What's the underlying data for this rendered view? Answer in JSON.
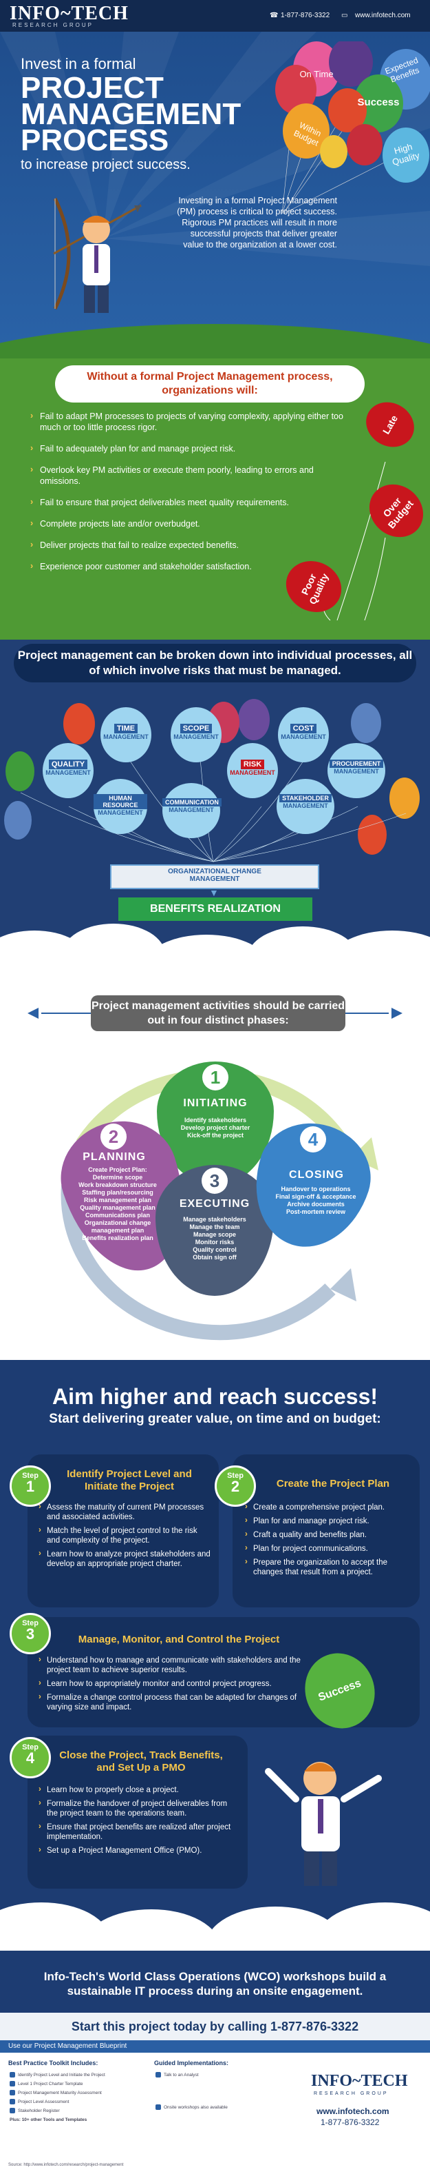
{
  "header": {
    "logo": "INFO~TECH",
    "logo_sub": "RESEARCH GROUP",
    "phone": "1-877-876-3322",
    "website": "www.infotech.com"
  },
  "hero": {
    "line1": "Invest in a formal",
    "line2": "PROJECT",
    "line3": "MANAGEMENT",
    "line4": "PROCESS",
    "line5": "to increase project success.",
    "body": "Investing in a formal Project Management (PM) process is critical to project success. Rigorous PM practices will result in more successful projects that deliver greater value to the organization at a lower cost.",
    "balloons": [
      "On Time",
      "Expected Benefits",
      "Success",
      "Within Budget",
      "High Quality"
    ]
  },
  "risks": {
    "title": "Without a formal Project Management process, organizations will:",
    "items": [
      "Fail to adapt PM processes to projects of varying complexity, applying either too much or too little process rigor.",
      "Fail to adequately plan for and manage project risk.",
      "Overlook key PM activities or execute them poorly, leading to errors and omissions.",
      "Fail to ensure that project deliverables meet quality requirements.",
      "Complete projects late and/or overbudget.",
      "Deliver projects that fail to realize expected benefits.",
      "Experience poor customer and stakeholder satisfaction."
    ],
    "balloons": [
      "Late",
      "Over Budget",
      "Poor Quality"
    ]
  },
  "processes": {
    "title": "Project management can be broken down into individual processes, all of which involve risks that must be managed.",
    "items": [
      {
        "tag": "TIME",
        "sub": "MANAGEMENT"
      },
      {
        "tag": "SCOPE",
        "sub": "MANAGEMENT"
      },
      {
        "tag": "COST",
        "sub": "MANAGEMENT"
      },
      {
        "tag": "QUALITY",
        "sub": "MANAGEMENT"
      },
      {
        "tag": "RISK",
        "sub": "MANAGEMENT"
      },
      {
        "tag": "PROCUREMENT",
        "sub": "MANAGEMENT"
      },
      {
        "tag": "HUMAN RESOURCE",
        "sub": "MANAGEMENT"
      },
      {
        "tag": "COMMUNICATION",
        "sub": "MANAGEMENT"
      },
      {
        "tag": "STAKEHOLDER",
        "sub": "MANAGEMENT"
      }
    ],
    "ocm": "ORGANIZATIONAL CHANGE",
    "ocm_sub": "MANAGEMENT",
    "benefits": "BENEFITS REALIZATION"
  },
  "phases": {
    "title": "Project management activities should be carried out in four distinct phases:",
    "items": [
      {
        "num": "1",
        "name": "INITIATING",
        "items": [
          "Identify stakeholders",
          "Develop project charter",
          "Kick-off the project"
        ]
      },
      {
        "num": "2",
        "name": "PLANNING",
        "items": [
          "Create Project Plan:",
          "Determine scope",
          "Work breakdown structure",
          "Staffing plan/resourcing",
          "Risk management plan",
          "Quality management plan",
          "Communications plan",
          "Organizational change management plan",
          "Benefits realization plan"
        ]
      },
      {
        "num": "3",
        "name": "EXECUTING",
        "items": [
          "Manage stakeholders",
          "Manage the team",
          "Manage scope",
          "Monitor risks",
          "Quality control",
          "Obtain sign off"
        ]
      },
      {
        "num": "4",
        "name": "CLOSING",
        "items": [
          "Handover to operations",
          "Final sign-off & acceptance",
          "Archive documents",
          "Post-mortem review"
        ]
      }
    ]
  },
  "steps": {
    "aim": "Aim higher and reach success!",
    "aim_sub": "Start delivering greater value, on time and on budget:",
    "step_word": "Step",
    "items": [
      {
        "num": "1",
        "title": "Identify Project Level and Initiate the Project",
        "items": [
          "Assess the maturity of current PM processes and associated activities.",
          "Match the level of project control to the risk and complexity of the project.",
          "Learn how to analyze project stakeholders and develop an appropriate project charter."
        ]
      },
      {
        "num": "2",
        "title": "Create the Project Plan",
        "items": [
          "Create a comprehensive project plan.",
          "Plan for and manage project risk.",
          "Craft a quality and benefits plan.",
          "Plan for project communications.",
          "Prepare the organization to accept the changes that result from a project."
        ]
      },
      {
        "num": "3",
        "title": "Manage, Monitor, and Control the Project",
        "items": [
          "Understand how to manage and communicate with stakeholders and the project team to achieve superior results.",
          "Learn how to appropriately monitor and control project progress.",
          "Formalize a change control process that can be adapted for changes of varying size and impact."
        ]
      },
      {
        "num": "4",
        "title": "Close the Project, Track Benefits, and Set Up a PMO",
        "items": [
          "Learn how to properly close a project.",
          "Formalize the handover of project deliverables from the project team to the operations team.",
          "Ensure that project benefits are realized after project implementation.",
          "Set up a Project Management Office (PMO)."
        ]
      }
    ],
    "success": "Success",
    "wco": "Info-Tech's World Class Operations (WCO) workshops build a sustainable IT process during an onsite engagement.",
    "cta": "Start this project today by calling 1-877-876-3322"
  },
  "footer": {
    "bar": "Use our Project Management Blueprint",
    "toolkit_title": "Best Practice Toolkit Includes:",
    "toolkit": [
      "Identify Project Level and Initiate the Project",
      "Level 1 Project Charter Template",
      "Project Management Maturity Assessment",
      "Project Level Assessment",
      "Stakeholder Register"
    ],
    "plus": "Plus: 10+ other Tools and Templates",
    "guided_title": "Guided Implementations:",
    "guided": [
      "Talk to an Analyst",
      "Onsite workshops also available"
    ],
    "logo": "INFO~TECH",
    "logo_sub": "RESEARCH GROUP",
    "website": "www.infotech.com",
    "phone": "1-877-876-3322",
    "source": "Source: http://www.infotech.com/research/project-management"
  },
  "colors": {
    "navy": "#1b3a6b",
    "green": "#4f9a34",
    "red": "#c8161d",
    "light_blue": "#9ed5f0",
    "yellow": "#f6c64b"
  }
}
